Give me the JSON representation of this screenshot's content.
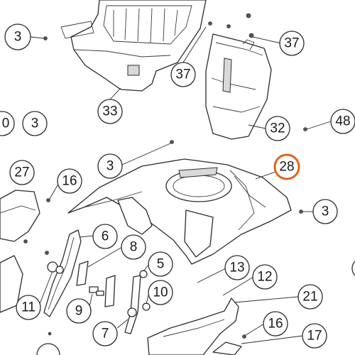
{
  "callouts": [
    {
      "id": "c3a",
      "label": "3"
    },
    {
      "id": "c37a",
      "label": "37"
    },
    {
      "id": "c37b",
      "label": "37"
    },
    {
      "id": "c33",
      "label": "33"
    },
    {
      "id": "c0",
      "label": "0"
    },
    {
      "id": "c3b",
      "label": "3"
    },
    {
      "id": "c32",
      "label": "32"
    },
    {
      "id": "c48",
      "label": "48"
    },
    {
      "id": "c3c",
      "label": "3"
    },
    {
      "id": "c28",
      "label": "28"
    },
    {
      "id": "c27",
      "label": "27"
    },
    {
      "id": "c16a",
      "label": "16"
    },
    {
      "id": "c3d",
      "label": "3"
    },
    {
      "id": "c6",
      "label": "6"
    },
    {
      "id": "c8",
      "label": "8"
    },
    {
      "id": "c5",
      "label": "5"
    },
    {
      "id": "c13",
      "label": "13"
    },
    {
      "id": "c12",
      "label": "12"
    },
    {
      "id": "c10",
      "label": "10"
    },
    {
      "id": "c11",
      "label": "11"
    },
    {
      "id": "c9",
      "label": "9"
    },
    {
      "id": "c21",
      "label": "21"
    },
    {
      "id": "c7",
      "label": "7"
    },
    {
      "id": "c16b",
      "label": "16"
    },
    {
      "id": "c17",
      "label": "17"
    }
  ],
  "highlight_color": "#e2621b"
}
